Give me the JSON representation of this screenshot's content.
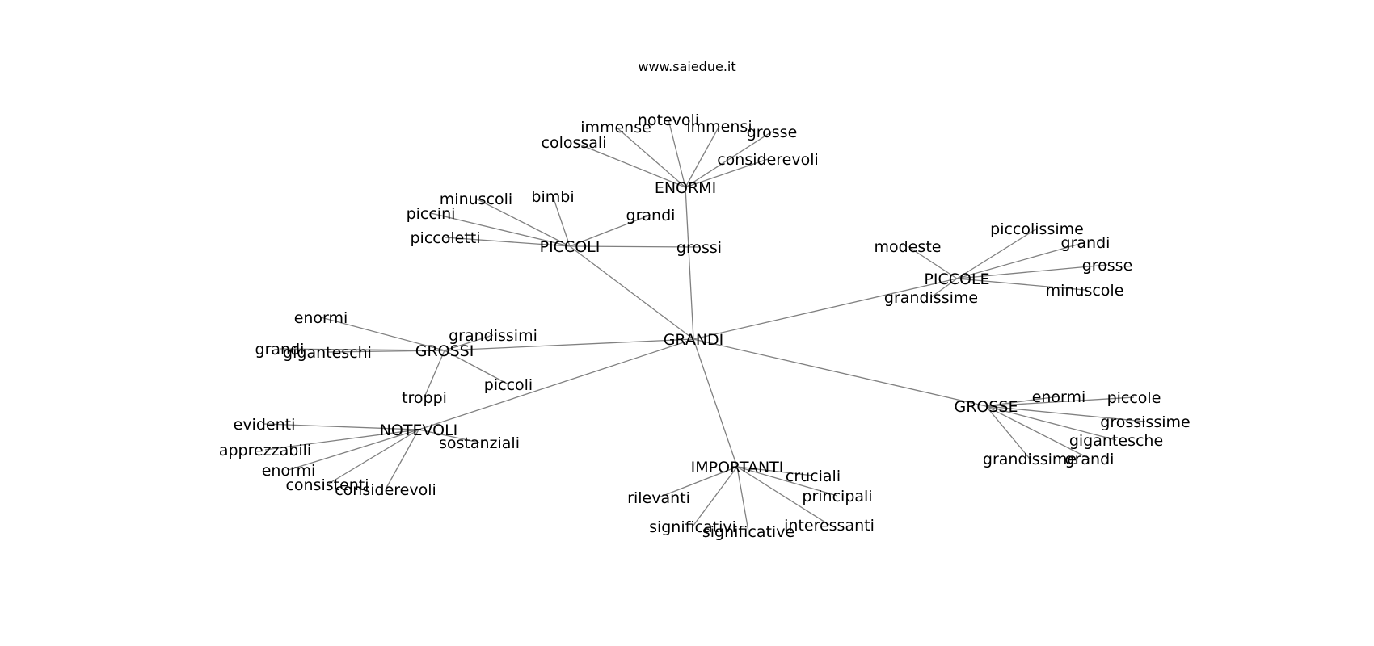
{
  "header": {
    "site_title": "www.saiedue.it"
  },
  "graph": {
    "root": "GRANDI",
    "groups": [
      {
        "label": "ENORMI",
        "children": [
          "colossali",
          "immense",
          "notevoli",
          "immensi",
          "grosse",
          "considerevoli"
        ]
      },
      {
        "label": "PICCOLI",
        "children": [
          "minuscoli",
          "bimbi",
          "grandi",
          "piccini",
          "piccoletti",
          "grossi"
        ]
      },
      {
        "label": "PICCOLE",
        "children": [
          "modeste",
          "piccolissime",
          "grandi",
          "grosse",
          "minuscole",
          "grandissime"
        ]
      },
      {
        "label": "GROSSI",
        "children": [
          "enormi",
          "grandissimi",
          "grandi",
          "giganteschi",
          "piccoli",
          "troppi"
        ]
      },
      {
        "label": "NOTEVOLI",
        "children": [
          "evidenti",
          "apprezzabili",
          "enormi",
          "consistenti",
          "considerevoli",
          "sostanziali"
        ]
      },
      {
        "label": "IMPORTANTI",
        "children": [
          "cruciali",
          "principali",
          "rilevanti",
          "significativi",
          "significative",
          "interessanti"
        ]
      },
      {
        "label": "GROSSE",
        "children": [
          "enormi",
          "piccole",
          "grossissime",
          "gigantesche",
          "grandissime",
          "grandi"
        ]
      }
    ]
  },
  "colors": {
    "edge": "#808080",
    "text": "#000000",
    "background": "#ffffff"
  }
}
